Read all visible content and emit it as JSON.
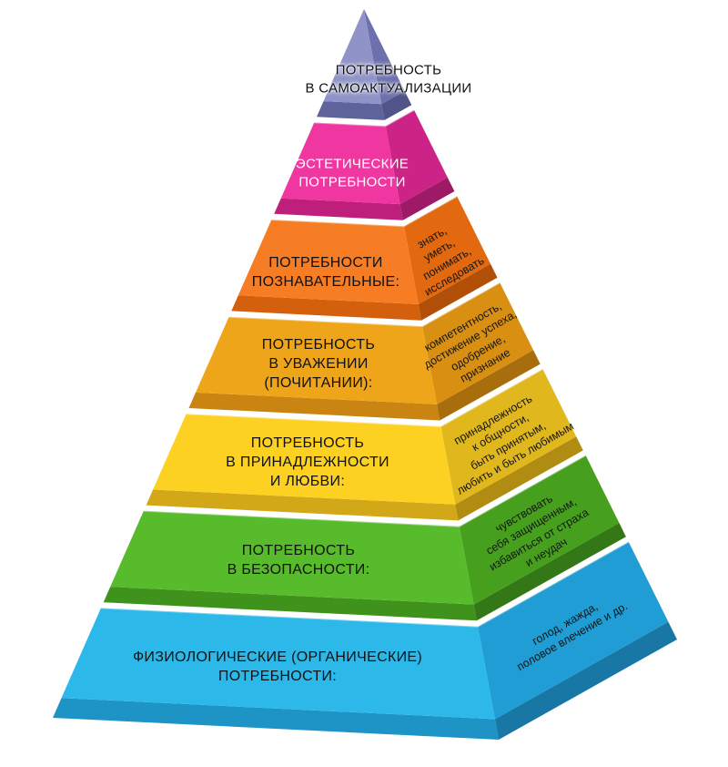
{
  "diagram": {
    "type": "pyramid",
    "levels_count": 7,
    "language": "ru"
  },
  "levels": [
    {
      "id": "self-actualization",
      "front_label": "ПОТРЕБНОСТЬ\nВ САМОАКТУАЛИЗАЦИИ",
      "label_color": "#111111",
      "colors": {
        "front": "#9093c8",
        "side": "#6d70ac",
        "front_edge": "#5f639c",
        "side_edge": "#515488"
      }
    },
    {
      "id": "aesthetic",
      "front_label": "ЭСТЕТИЧЕСКИЕ\nПОТРЕБНОСТИ",
      "label_color": "#ffffff",
      "colors": {
        "front": "#f036a0",
        "side": "#cb2386",
        "front_edge": "#bd1f7a",
        "side_edge": "#9e1a66"
      }
    },
    {
      "id": "cognitive",
      "front_label": "ПОТРЕБНОСТИ\nПОЗНАВАТЕЛЬНЫЕ:",
      "side_label": "знать,\nуметь,\nпонимать,\nисследовать",
      "label_color": "#111111",
      "colors": {
        "front": "#f67d23",
        "side": "#e2690f",
        "front_edge": "#d45f0c",
        "side_edge": "#b14f08"
      }
    },
    {
      "id": "esteem",
      "front_label": "ПОТРЕБНОСТЬ\nВ УВАЖЕНИИ\n(ПОЧИТАНИИ):",
      "side_label": "компетентность,\nдостижение успеха,\nодобрение,\nпризнание",
      "label_color": "#111111",
      "colors": {
        "front": "#efa51a",
        "side": "#d88f12",
        "front_edge": "#c98412",
        "side_edge": "#a86d0c"
      }
    },
    {
      "id": "belonging",
      "front_label": "ПОТРЕБНОСТЬ\nВ ПРИНАДЛЕЖНОСТИ\nИ ЛЮБВИ:",
      "side_label": "принадлежность\nк общности,\nбыть принятым,\nлюбить и быть любимым",
      "label_color": "#111111",
      "colors": {
        "front": "#fdd122",
        "side": "#e0b71c",
        "front_edge": "#d3a818",
        "side_edge": "#b18c12"
      }
    },
    {
      "id": "safety",
      "front_label": "ПОТРЕБНОСТЬ\nВ БЕЗОПАСНОСТИ:",
      "side_label": "чувствовать\nсебя защищенным,\nизбавиться от страха\nи неудач",
      "label_color": "#111111",
      "colors": {
        "front": "#58bb2b",
        "side": "#46a01e",
        "front_edge": "#3f921b",
        "side_edge": "#337716"
      }
    },
    {
      "id": "physiological",
      "front_label": "ФИЗИОЛОГИЧЕСКИЕ (ОРГАНИЧЕСКИЕ)\nПОТРЕБНОСТИ:",
      "side_label": "голод, жажда,\nполовое влечение и др.",
      "label_color": "#111111",
      "colors": {
        "front": "#2cb9ea",
        "side": "#1f9dd4",
        "front_edge": "#1e93c6",
        "side_edge": "#1877a5"
      }
    }
  ]
}
